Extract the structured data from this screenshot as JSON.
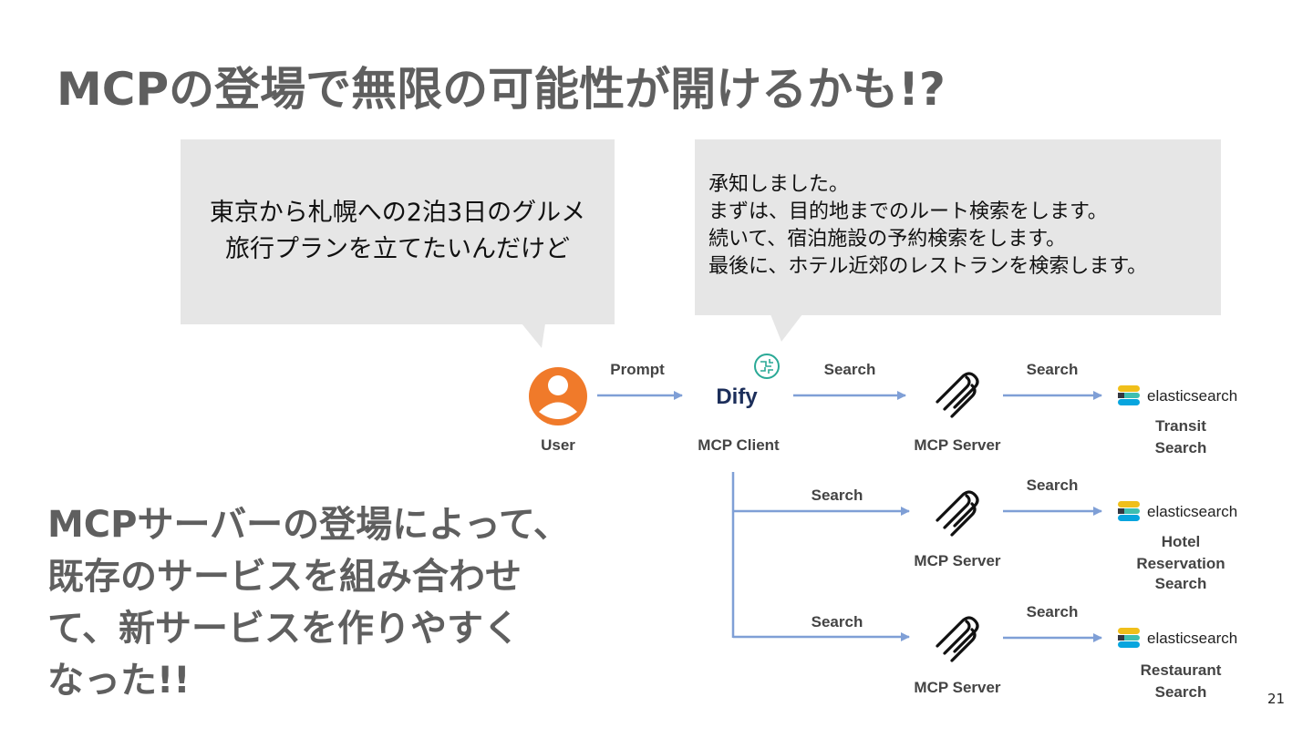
{
  "title": "MCPの登場で無限の可能性が開けるかも!?",
  "user_bubble": {
    "lines": [
      "東京から札幌への2泊3日のグルメ",
      "旅行プランを立てたいんだけど"
    ]
  },
  "dify_bubble": {
    "lines": [
      "承知しました。",
      "まずは、目的地までのルート検索をします。",
      "続いて、宿泊施設の予約検索をします。",
      "最後に、ホテル近郊のレストランを検索します。"
    ]
  },
  "diagram": {
    "user_label": "User",
    "prompt_label": "Prompt",
    "client_logo": "Dify",
    "client_label": "MCP Client",
    "rows": [
      {
        "search_in": "Search",
        "server_label": "MCP Server",
        "search_out": "Search",
        "es_label": "elasticsearch",
        "target": [
          "Transit",
          "Search"
        ]
      },
      {
        "search_in": "Search",
        "server_label": "MCP Server",
        "search_out": "Search",
        "es_label": "elasticsearch",
        "target": [
          "Hotel",
          "Reservation",
          "Search"
        ]
      },
      {
        "search_in": "Search",
        "server_label": "MCP Server",
        "search_out": "Search",
        "es_label": "elasticsearch",
        "target": [
          "Restaurant",
          "Search"
        ]
      }
    ],
    "arrow_color": "#7f9fd6",
    "user_icon_color": "#f07a2a"
  },
  "side_text": {
    "lines": [
      "MCPサーバーの登場によって、",
      "既存のサービスを組み合わせ",
      "て、新サービスを作りやすく",
      "なった!!"
    ]
  },
  "page_number": "21"
}
